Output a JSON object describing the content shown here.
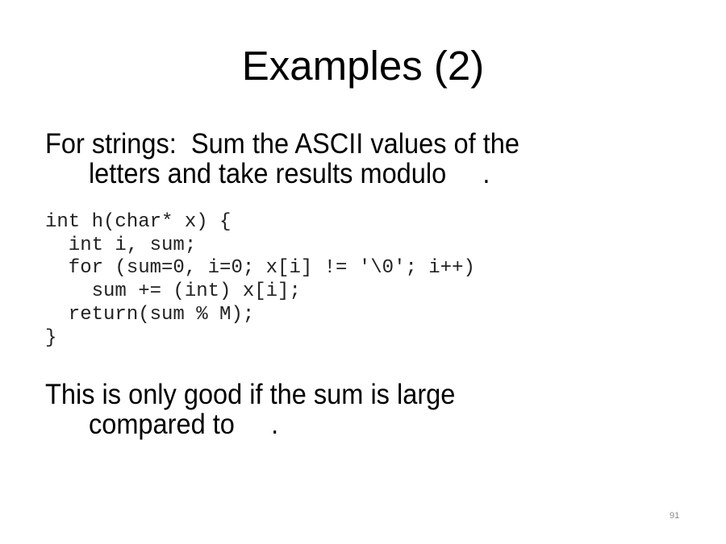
{
  "slide": {
    "title": "Examples (2)",
    "paragraph1": {
      "line1": "For strings:  Sum the ASCII values of the",
      "line2": "letters and take results modulo     ."
    },
    "code": {
      "lines": [
        "int h(char* x) {",
        "  int i, sum;",
        "  for (sum=0, i=0; x[i] != '\\0'; i++)",
        "    sum += (int) x[i];",
        "  return(sum % M);",
        "}"
      ]
    },
    "paragraph2": {
      "line1": "This is only good if the sum is large",
      "line2": "compared to     ."
    },
    "page_number": "91"
  }
}
